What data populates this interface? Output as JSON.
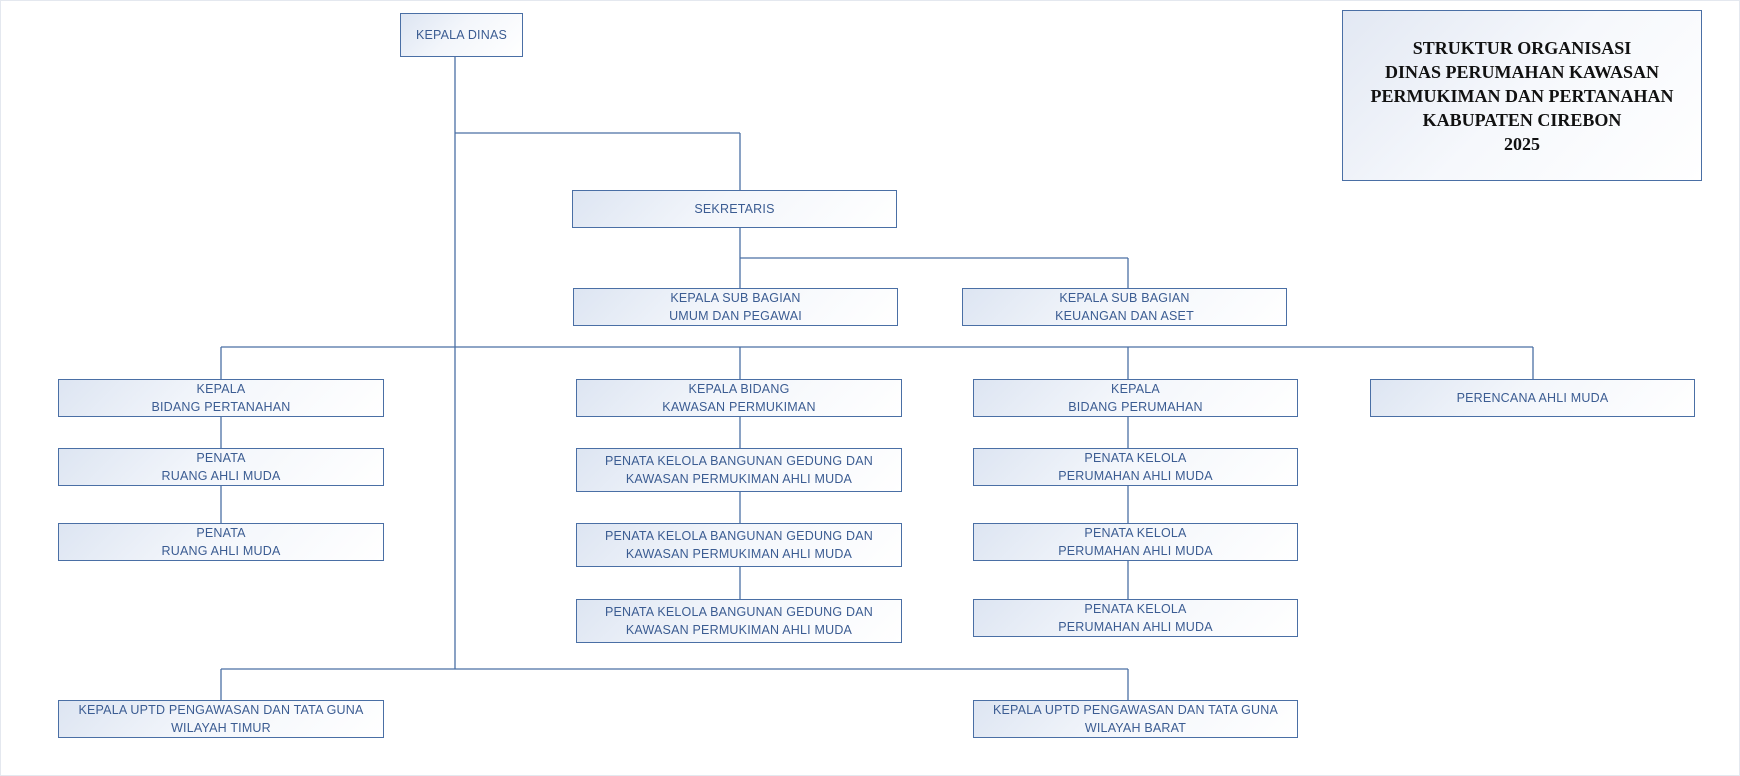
{
  "title": {
    "lines": [
      "STRUKTUR ORGANISASI",
      "DINAS PERUMAHAN KAWASAN",
      "PERMUKIMAN DAN PERTANAHAN",
      "KABUPATEN CIREBON",
      "2025"
    ]
  },
  "colors": {
    "border": "#4a6fa5",
    "text": "#3b5c92",
    "line": "#4a6fa5"
  },
  "nodes": {
    "kepala_dinas": [
      "KEPALA DINAS"
    ],
    "sekretaris": [
      "SEKRETARIS"
    ],
    "subbag_umum": [
      "KEPALA SUB BAGIAN",
      "UMUM DAN PEGAWAI"
    ],
    "subbag_keuangan": [
      "KEPALA SUB BAGIAN",
      "KEUANGAN DAN ASET"
    ],
    "bidang_pertanahan": [
      "KEPALA",
      "BIDANG PERTANAHAN"
    ],
    "penata_ruang_1": [
      "PENATA",
      "RUANG AHLI MUDA"
    ],
    "penata_ruang_2": [
      "PENATA",
      "RUANG AHLI MUDA"
    ],
    "bidang_kawasan": [
      "KEPALA BIDANG",
      "KAWASAN PERMUKIMAN"
    ],
    "penata_bg_1": [
      "PENATA KELOLA BANGUNAN GEDUNG DAN",
      "KAWASAN PERMUKIMAN AHLI MUDA"
    ],
    "penata_bg_2": [
      "PENATA KELOLA BANGUNAN GEDUNG DAN",
      "KAWASAN PERMUKIMAN AHLI MUDA"
    ],
    "penata_bg_3": [
      "PENATA KELOLA BANGUNAN GEDUNG DAN",
      "KAWASAN PERMUKIMAN AHLI MUDA"
    ],
    "bidang_perumahan": [
      "KEPALA",
      "BIDANG PERUMAHAN"
    ],
    "penata_perumahan_1": [
      "PENATA KELOLA",
      "PERUMAHAN AHLI MUDA"
    ],
    "penata_perumahan_2": [
      "PENATA KELOLA",
      "PERUMAHAN AHLI MUDA"
    ],
    "penata_perumahan_3": [
      "PENATA KELOLA",
      "PERUMAHAN AHLI MUDA"
    ],
    "perencana": [
      "PERENCANA AHLI MUDA"
    ],
    "uptd_timur": [
      "KEPALA UPTD PENGAWASAN DAN TATA GUNA",
      "WILAYAH TIMUR"
    ],
    "uptd_barat": [
      "KEPALA UPTD PENGAWASAN DAN TATA GUNA",
      "WILAYAH BARAT"
    ]
  }
}
